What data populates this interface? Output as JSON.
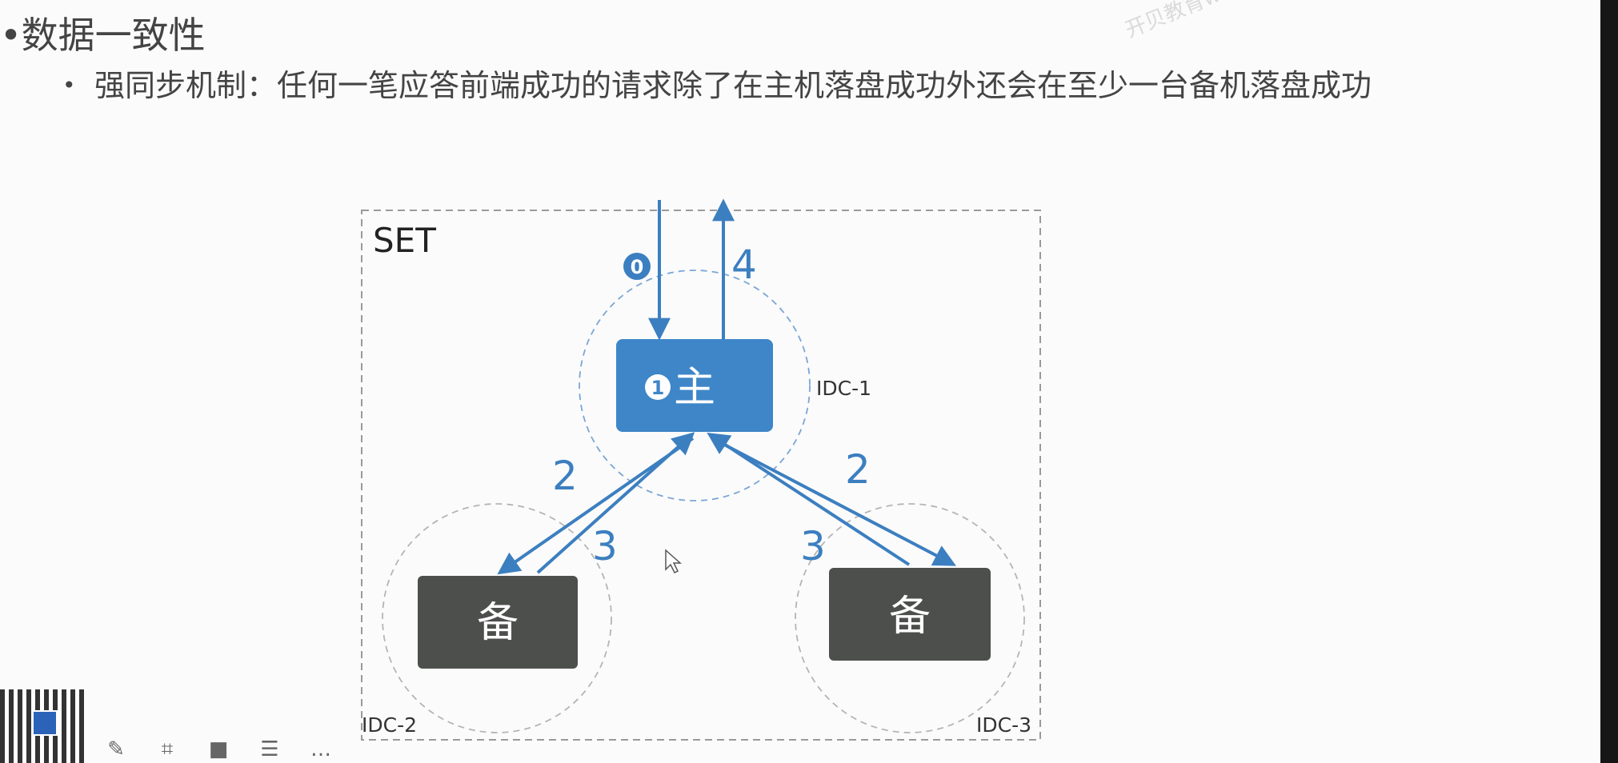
{
  "heading": "数据一致性",
  "sub_bullet": "强同步机制：任何一笔应答前端成功的请求除了在主机落盘成功外还会在至少一台备机落盘成功",
  "watermark": "开贝教育www.y",
  "diagram": {
    "set_label": "SET",
    "primary_label": "主",
    "primary_step": "1",
    "backup_left_label": "备",
    "backup_right_label": "备",
    "idc1": "IDC-1",
    "idc2": "IDC-2",
    "idc3": "IDC-3",
    "step_in": "0",
    "step_out": "4",
    "step_left_replicate": "2",
    "step_left_ack": "3",
    "step_right_replicate": "2",
    "step_right_ack": "3"
  },
  "colors": {
    "blue": "#3e86c8",
    "arrow": "#3c7fc0",
    "backup": "#4d4f4d",
    "dashed": "#9a9a9a"
  },
  "toolbar_icons": [
    "pencil-icon",
    "screenshot-icon",
    "camera-icon",
    "notes-icon",
    "more-icon"
  ]
}
